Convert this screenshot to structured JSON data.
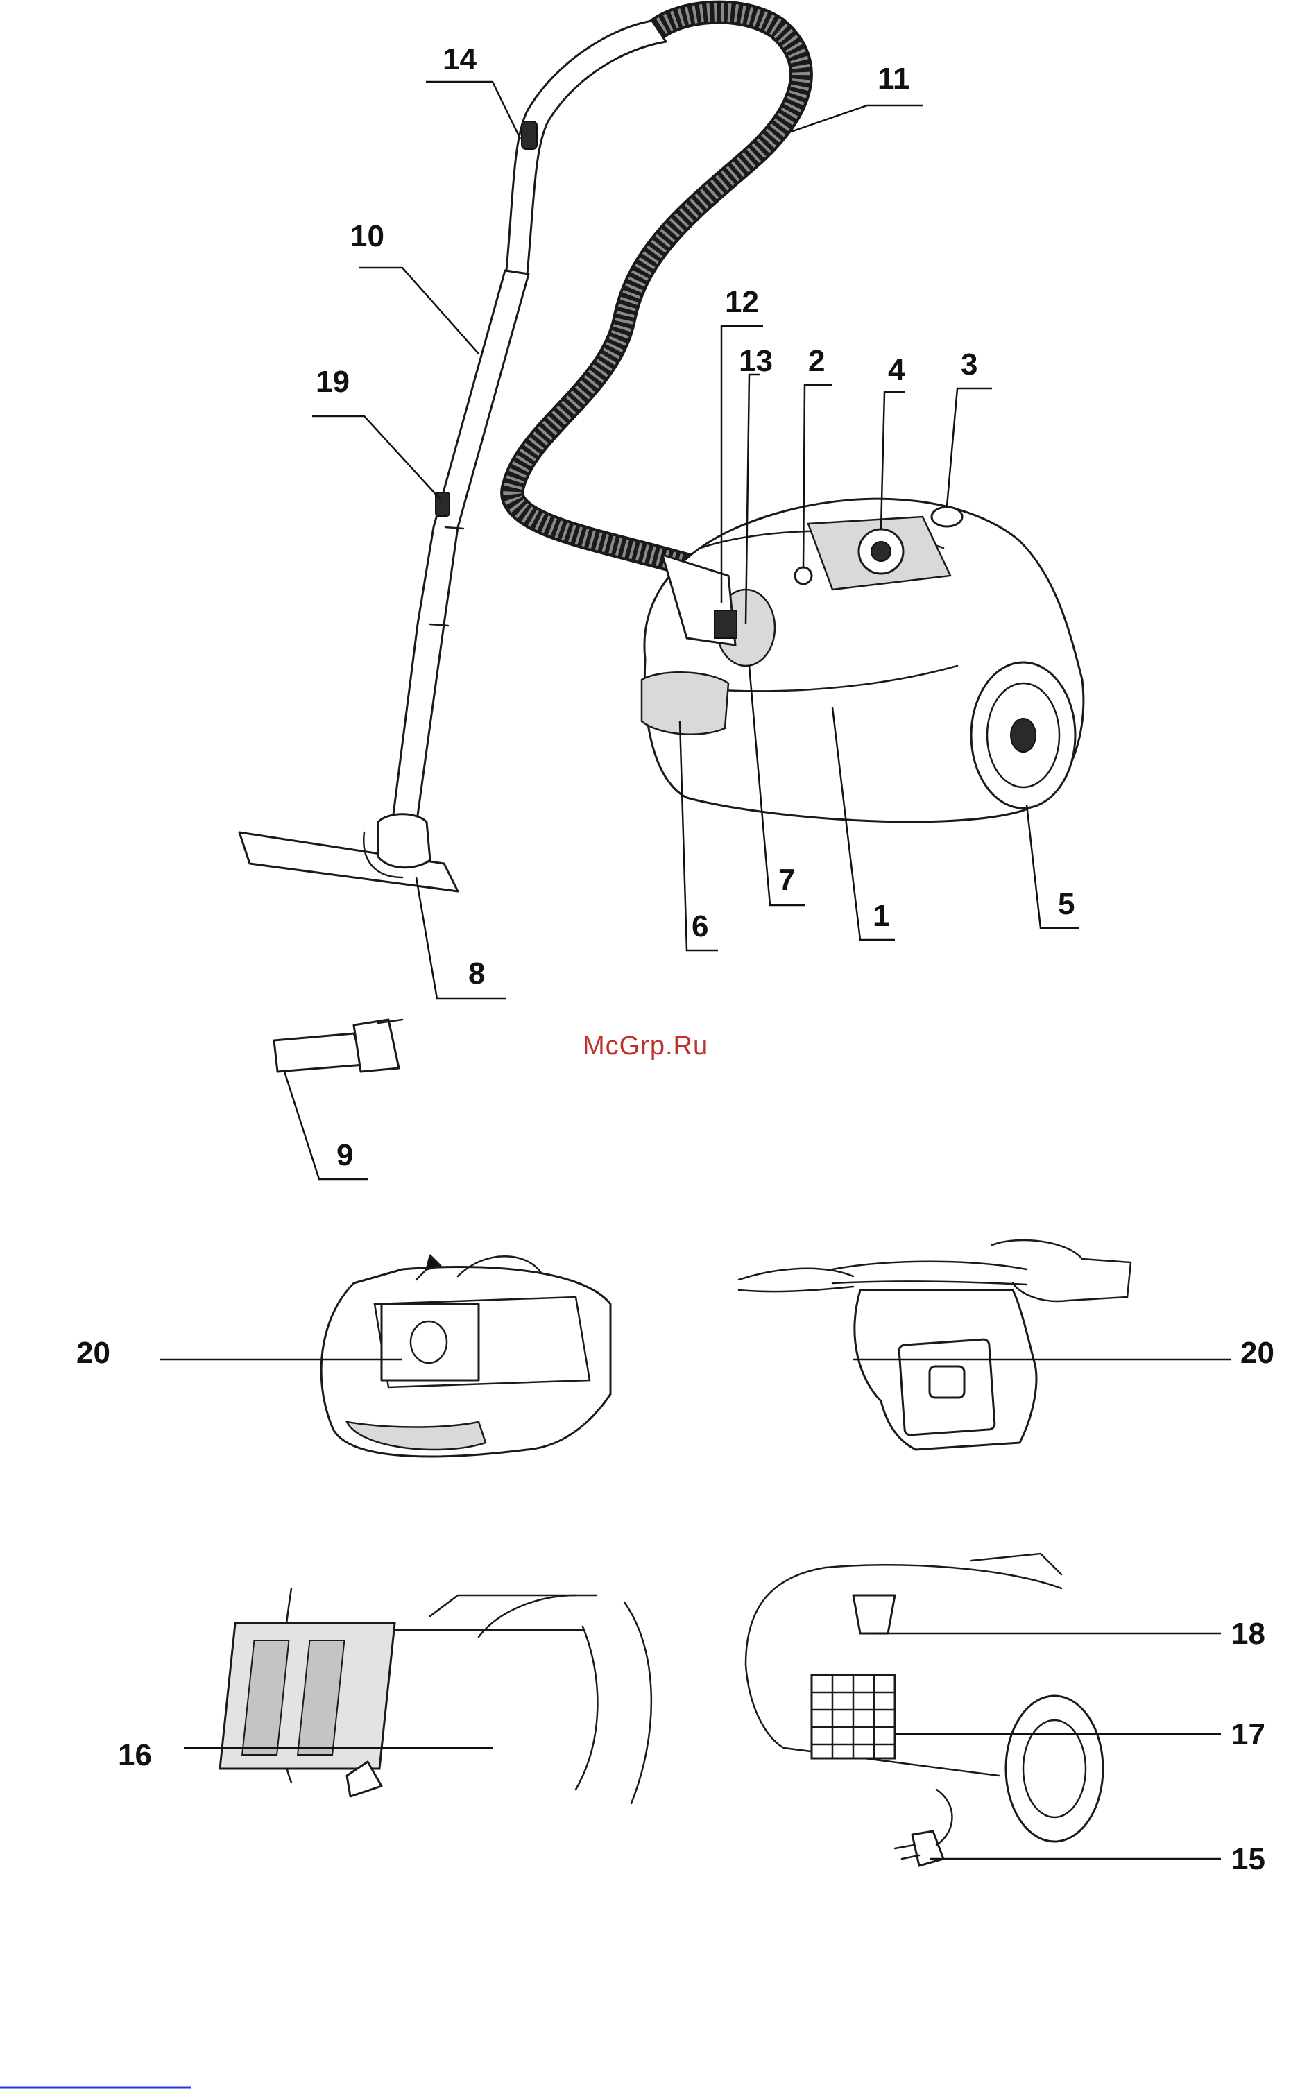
{
  "watermark": "McGrp.Ru",
  "labels": {
    "l1": "1",
    "l2": "2",
    "l3": "3",
    "l4": "4",
    "l5": "5",
    "l6": "6",
    "l7": "7",
    "l8": "8",
    "l9": "9",
    "l10": "10",
    "l11": "11",
    "l12": "12",
    "l13": "13",
    "l14": "14",
    "l15": "15",
    "l16": "16",
    "l17": "17",
    "l18": "18",
    "l19": "19",
    "l20a": "20",
    "l20b": "20"
  }
}
